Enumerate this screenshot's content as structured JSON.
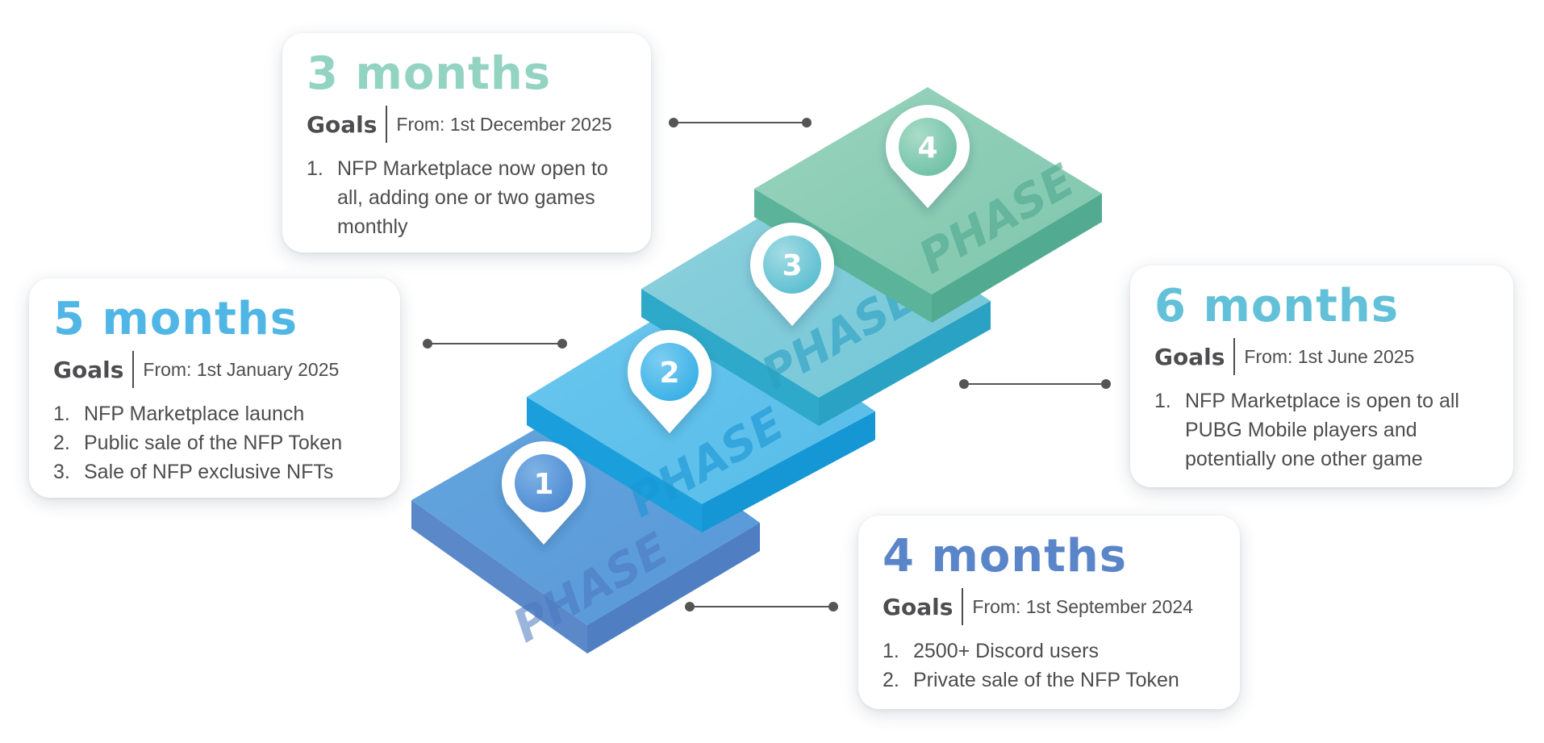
{
  "stack_word": "PHASE",
  "goals_label": "Goals",
  "colors": {
    "phase_1": "#5b8fd1",
    "phase_2": "#1aa4e0",
    "phase_3": "#33b0c9",
    "phase_4": "#62b89e",
    "text": "#4d4d4f",
    "connector": "#555555"
  },
  "phases": [
    {
      "marker": "1",
      "duration": "4 months",
      "from": "From: 1st September 2024",
      "goals": [
        {
          "num": "1.",
          "text": "2500+ Discord users"
        },
        {
          "num": "2.",
          "text": "Private sale of the NFP Token"
        }
      ]
    },
    {
      "marker": "2",
      "duration": "5 months",
      "from": "From: 1st January 2025",
      "goals": [
        {
          "num": "1.",
          "text": "NFP Marketplace launch"
        },
        {
          "num": "2.",
          "text": "Public sale of the NFP Token"
        },
        {
          "num": "3.",
          "text": "Sale of NFP exclusive NFTs"
        }
      ]
    },
    {
      "marker": "3",
      "duration": "6 months",
      "from": "From: 1st June 2025",
      "goals": [
        {
          "num": "1.",
          "text": "NFP Marketplace is open to all PUBG Mobile players and potentially one other game"
        }
      ]
    },
    {
      "marker": "4",
      "duration": "3 months",
      "from": "From: 1st December 2025",
      "goals": [
        {
          "num": "1.",
          "text": "NFP Marketplace now open to all, adding one or two games monthly"
        }
      ]
    }
  ]
}
